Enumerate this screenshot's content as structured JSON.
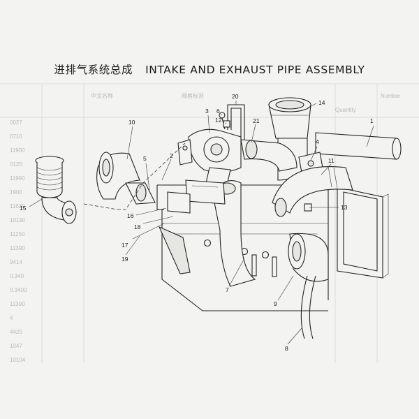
{
  "title": {
    "zh": "进排气系统总成",
    "en": "INTAKE AND EXHAUST PIPE ASSEMBLY"
  },
  "callouts": [
    "1",
    "2",
    "3",
    "4",
    "5",
    "6",
    "7",
    "8",
    "9",
    "10",
    "11",
    "12",
    "13",
    "14",
    "15",
    "16",
    "17",
    "18",
    "19",
    "20",
    "21"
  ],
  "bleed_through": {
    "row_codes": [
      "0027",
      "0710",
      "11900",
      "0120",
      "11990",
      "1900",
      "11630",
      "10190",
      "11250",
      "11390",
      "9414",
      "0.340",
      "0.3400",
      "11390",
      "4",
      "4420",
      "1047",
      "10104"
    ],
    "column_headers": [
      "中文名称",
      "规格标准",
      "Number",
      "Quantity"
    ]
  }
}
